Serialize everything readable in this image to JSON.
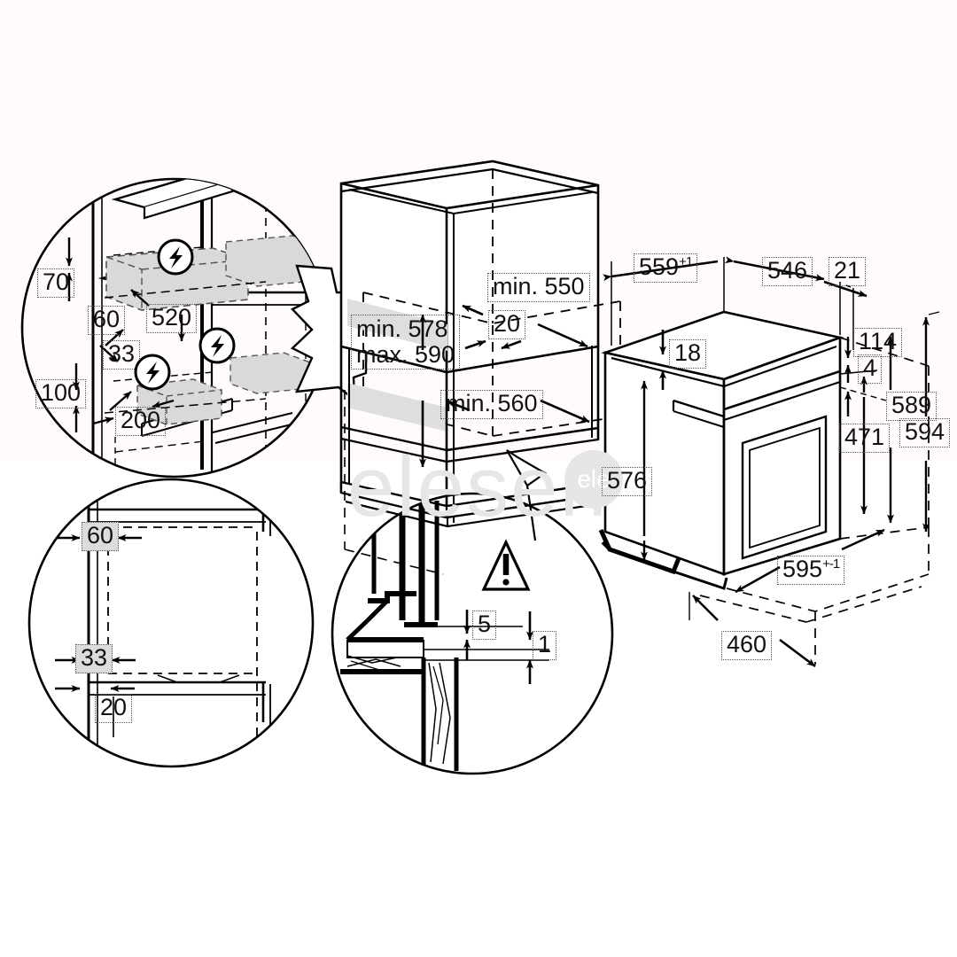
{
  "diagram": {
    "title": "Built-in oven installation dimensions",
    "units": "mm",
    "watermark": {
      "text": "elesen",
      "badge": "ele"
    }
  },
  "detail_top_left": {
    "name": "electrical-socket-position-detail",
    "icons": [
      "lightning-bolt-icon",
      "lightning-bolt-icon"
    ],
    "labels": {
      "d70": "70",
      "d60": "60",
      "d520": "520",
      "d33": "33",
      "d100": "100",
      "d200": "200"
    }
  },
  "detail_bottom_left": {
    "name": "cabinet-cutout-front-detail",
    "labels": {
      "d60": "60",
      "d33": "33",
      "d20": "20"
    }
  },
  "detail_bottom_center": {
    "name": "worktop-edge-clearance-detail",
    "icons": [
      "warning-triangle-icon"
    ],
    "labels": {
      "d5": "5",
      "d1": "1"
    }
  },
  "cabinet": {
    "name": "cabinet-niche",
    "labels": {
      "min578": "min. 578",
      "max590": "max. 590",
      "min550": "min. 550",
      "d20": "20",
      "min560": "min. 560"
    }
  },
  "oven": {
    "name": "oven-appliance",
    "labels": {
      "d559": "559",
      "d559_tol": "+1",
      "d546": "546",
      "d21": "21",
      "d18": "18",
      "d114": "114",
      "d4": "4",
      "d589": "589",
      "d594": "594",
      "d471": "471",
      "d576": "576",
      "d595": "595",
      "d595_tol": "+-1",
      "d460": "460"
    }
  }
}
